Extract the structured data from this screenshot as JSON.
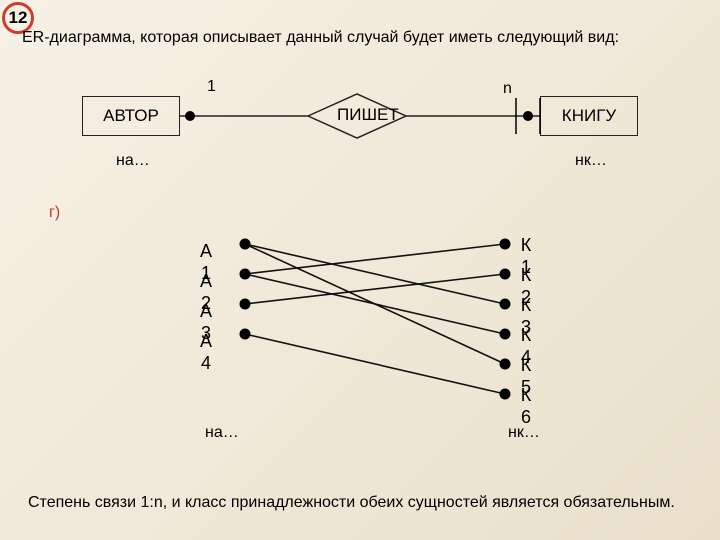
{
  "badge": "12",
  "heading": "ER-диаграмма, которая описывает данный случай будет иметь следующий вид:",
  "er": {
    "cardinality_left": "1",
    "cardinality_right": "n",
    "entity_left": "АВТОР",
    "relationship": "ПИШЕТ",
    "entity_right": "КНИГУ",
    "note_left": "на…",
    "note_right": "нк…"
  },
  "variant": "г)",
  "mapping": {
    "left_nodes": [
      "А 1",
      "А 2",
      "А 3",
      "А 4"
    ],
    "right_nodes": [
      "К 1",
      "К 2",
      "К 3",
      "К 4",
      "К 5",
      "К 6"
    ],
    "links": [
      [
        1,
        3
      ],
      [
        1,
        5
      ],
      [
        2,
        1
      ],
      [
        2,
        4
      ],
      [
        3,
        2
      ],
      [
        4,
        6
      ]
    ],
    "note_left": "на…",
    "note_right": "нк…"
  },
  "footer": "Степень связи 1:n, и класс принадлежности обеих сущностей является обязательным.",
  "colors": {
    "badge_ring": "#d23a2e",
    "accent_text": "#c0392b"
  }
}
